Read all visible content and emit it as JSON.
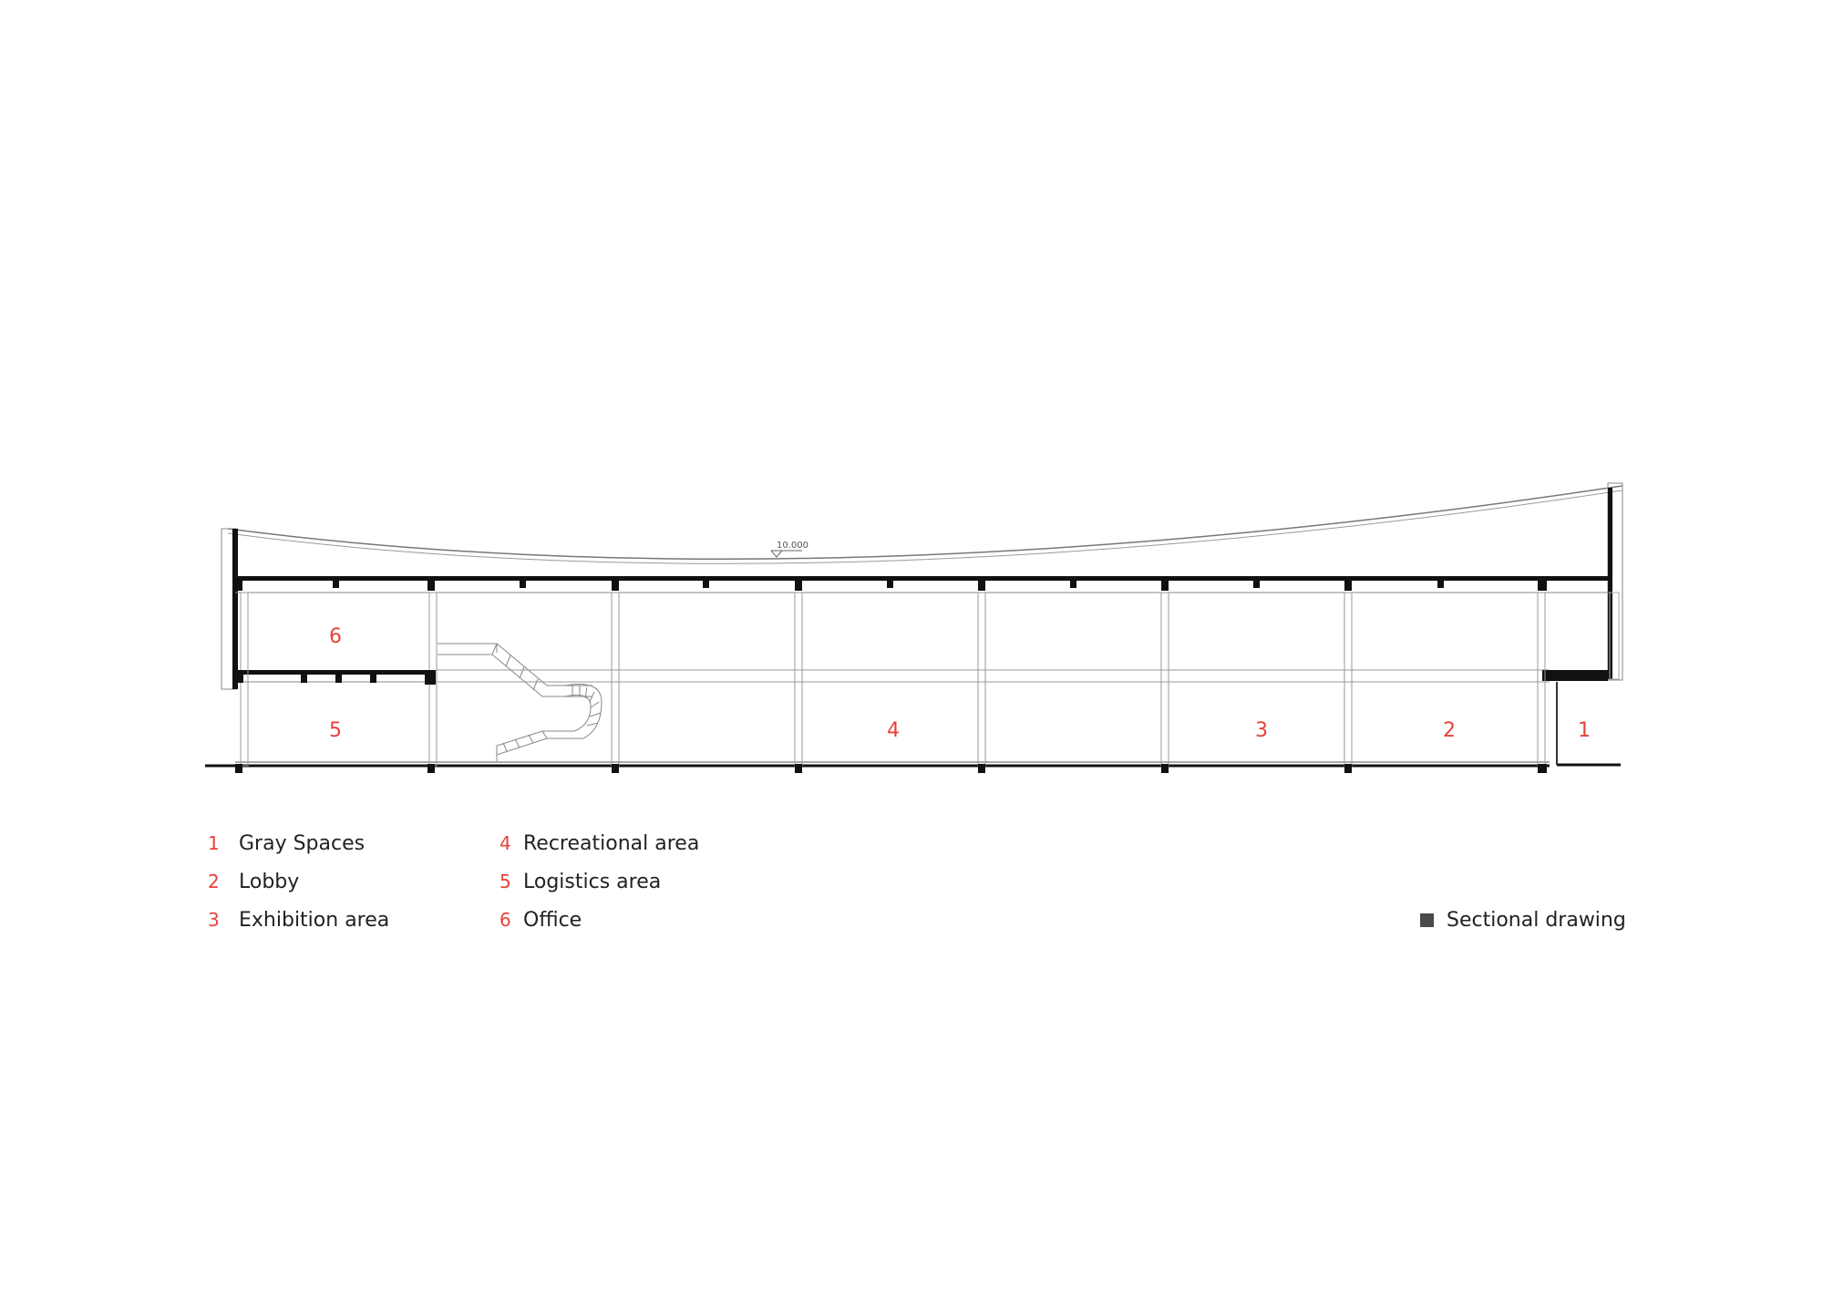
{
  "drawing": {
    "elevation_label": "10.000",
    "room_labels": [
      {
        "num": "6"
      },
      {
        "num": "5"
      },
      {
        "num": "4"
      },
      {
        "num": "3"
      },
      {
        "num": "2"
      },
      {
        "num": "1"
      }
    ]
  },
  "legend": {
    "items": [
      {
        "num": "1",
        "label": "Gray Spaces"
      },
      {
        "num": "2",
        "label": "Lobby"
      },
      {
        "num": "3",
        "label": "Exhibition area"
      },
      {
        "num": "4",
        "label": "Recreational area"
      },
      {
        "num": "5",
        "label": "Logistics area"
      },
      {
        "num": "6",
        "label": "Office"
      }
    ],
    "title": "Sectional drawing",
    "swatch_color": "#4a4a4a",
    "number_color": "#e8403a"
  }
}
